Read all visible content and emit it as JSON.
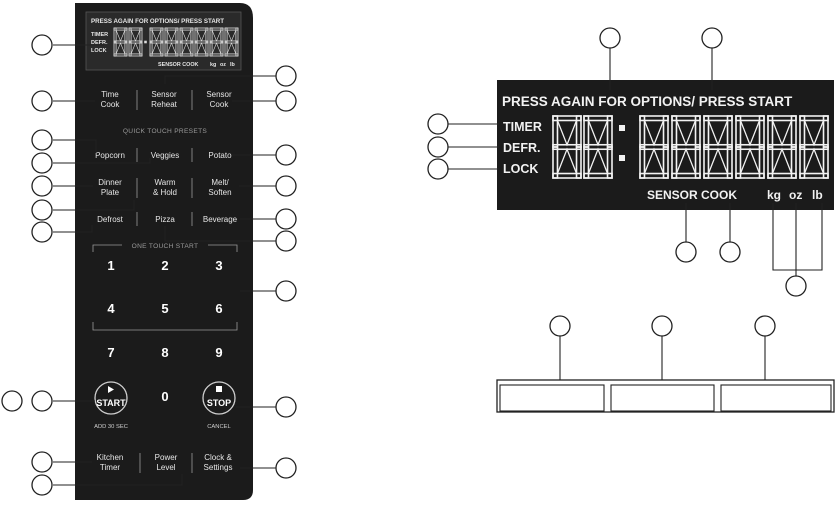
{
  "colors": {
    "panel": "#1b1b1b",
    "display": "#2a2a2a",
    "panel_text": "#e6e6e6",
    "divider": "#9a9a9a",
    "key": "#ffffff"
  },
  "panel": {
    "display": {
      "line1": "PRESS AGAIN FOR OPTIONS/  PRESS START",
      "labels": [
        "TIMER",
        "DEFR.",
        "LOCK"
      ],
      "sensor_cook": "SENSOR COOK",
      "units": [
        "kg",
        "oz",
        "lb"
      ]
    },
    "top_buttons": [
      {
        "line1": "Time",
        "line2": "Cook"
      },
      {
        "line1": "Sensor",
        "line2": "Reheat"
      },
      {
        "line1": "Sensor",
        "line2": "Cook"
      }
    ],
    "presets_header": "QUICK TOUCH PRESETS",
    "presets": [
      [
        {
          "line1": "Popcorn",
          "line2": ""
        },
        {
          "line1": "Veggies",
          "line2": ""
        },
        {
          "line1": "Potato",
          "line2": ""
        }
      ],
      [
        {
          "line1": "Dinner",
          "line2": "Plate"
        },
        {
          "line1": "Warm",
          "line2": "& Hold"
        },
        {
          "line1": "Melt/",
          "line2": "Soften"
        }
      ],
      [
        {
          "line1": "Defrost",
          "line2": ""
        },
        {
          "line1": "Pizza",
          "line2": ""
        },
        {
          "line1": "Beverage",
          "line2": ""
        }
      ]
    ],
    "one_touch_header": "ONE TOUCH START",
    "keypad": [
      [
        "1",
        "2",
        "3"
      ],
      [
        "4",
        "5",
        "6"
      ],
      [
        "7",
        "8",
        "9"
      ]
    ],
    "zero": "0",
    "start": {
      "label": "START",
      "sub": "ADD 30 SEC"
    },
    "stop": {
      "label": "STOP",
      "sub": "CANCEL"
    },
    "bottom_buttons": [
      {
        "line1": "Kitchen",
        "line2": "Timer"
      },
      {
        "line1": "Power",
        "line2": "Level"
      },
      {
        "line1": "Clock &",
        "line2": "Settings"
      }
    ]
  },
  "detail": {
    "line1": "PRESS AGAIN FOR OPTIONS/  PRESS START",
    "labels": [
      "TIMER",
      "DEFR.",
      "LOCK"
    ],
    "sensor_cook": "SENSOR COOK",
    "units": [
      "kg",
      "oz",
      "lb"
    ]
  }
}
